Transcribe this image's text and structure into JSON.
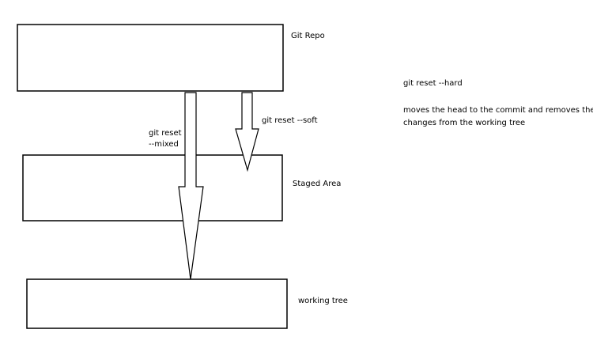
{
  "boxes": {
    "git_repo": "Git Repo",
    "staged_area": "Staged Area",
    "working_tree": "working tree"
  },
  "arrows": {
    "mixed_line1": "git reset",
    "mixed_line2": "--mixed",
    "soft": "git reset --soft"
  },
  "note": {
    "title": "git reset --hard",
    "line1": "moves the head to the commit and removes the",
    "line2": "changes from the working tree"
  },
  "colors": {
    "stroke": "#000000",
    "background": "#ffffff"
  }
}
